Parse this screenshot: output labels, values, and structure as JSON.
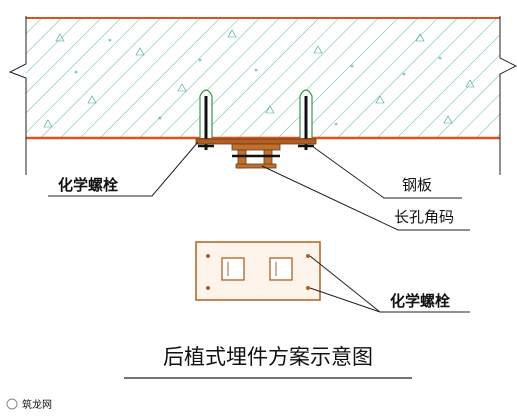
{
  "title": "后植式埋件方案示意图",
  "labels": {
    "chem_bolt_left": "化学螺栓",
    "steel_plate": "钢板",
    "slot_angle": "长孔角码",
    "chem_bolt_right": "化学螺栓"
  },
  "watermark": "筑龙网",
  "colors": {
    "concrete_edge": "#e05020",
    "hatch": "#3aa878",
    "bolt": "#111111",
    "bolt_sleeve": "#2f9a4a",
    "plate": "#b06020",
    "plate_fill": "#fff4ec",
    "leader": "#222222"
  }
}
